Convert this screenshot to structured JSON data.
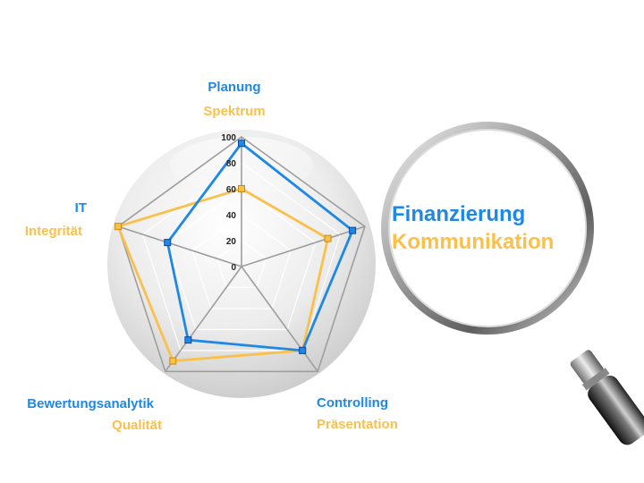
{
  "colors": {
    "series_1": "#1e88e5",
    "series_2": "#fbc04a",
    "web": "#9e9e9e",
    "grid": "#ffffff"
  },
  "lens": {
    "line1": "Finanzierung",
    "line2": "Kommunikation"
  },
  "chart_data": {
    "type": "radar",
    "ylim": [
      0,
      100
    ],
    "ticks": [
      "0",
      "20",
      "40",
      "60",
      "80",
      "100"
    ],
    "tick_values": [
      0,
      20,
      40,
      60,
      80,
      100
    ],
    "axes": [
      {
        "label_1": "Planung",
        "label_2": "Spektrum"
      },
      {
        "label_1": "Controlling",
        "label_2": "Präsentation"
      },
      {
        "label_1": "Controlling",
        "label_2": "Präsentation"
      },
      {
        "label_1": "Bewertungsanalytik",
        "label_2": "Qualität"
      },
      {
        "label_1": "IT",
        "label_2": "Integrität"
      }
    ],
    "series": [
      {
        "values": [
          95,
          90,
          80,
          70,
          60
        ]
      },
      {
        "values": [
          60,
          70,
          80,
          90,
          100
        ]
      }
    ]
  }
}
